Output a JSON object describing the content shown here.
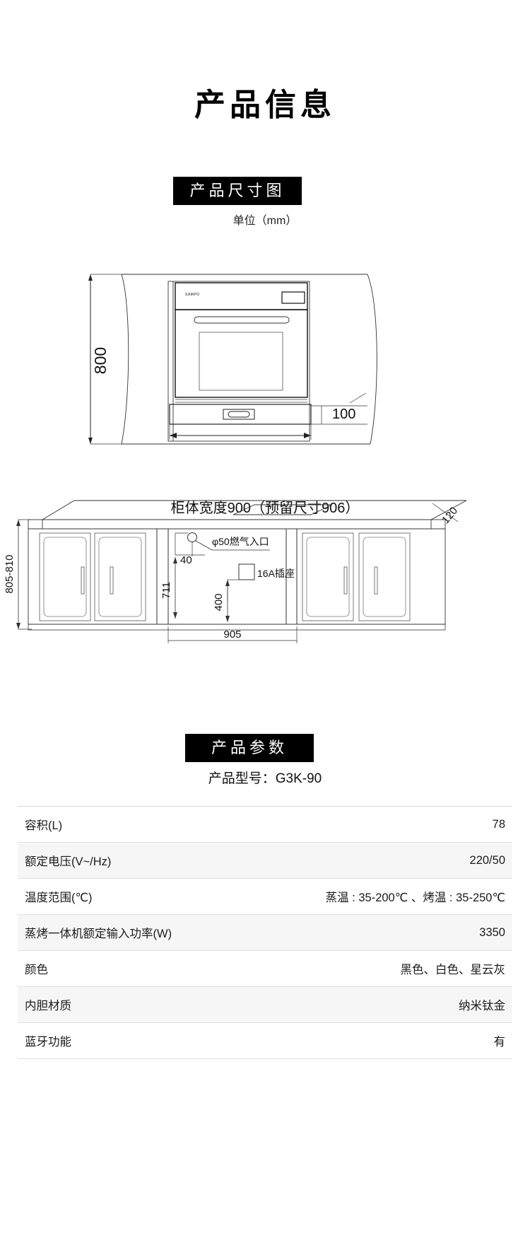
{
  "page": {
    "title": "产品信息"
  },
  "sections": {
    "dimensions": {
      "badge": "产品尺寸图",
      "unit": "单位（mm）",
      "caption": "柜体宽度900（预留尺寸906）"
    },
    "parameters": {
      "badge": "产品参数",
      "model_line": "产品型号：G3K-90"
    }
  },
  "drawing_elevation": {
    "height_dim": "800",
    "depth_dim": "100",
    "brand_mark": "SAMPO"
  },
  "drawing_cabinet": {
    "height_range": "805-810",
    "counter_depth": "120",
    "gas_inlet": "φ50燃气入口",
    "gas_offset": "40",
    "socket": "16A插座",
    "cabinet_height": "711",
    "socket_height": "400",
    "opening_width": "905"
  },
  "specs": {
    "rows": [
      {
        "key": "容积(L)",
        "value": "78"
      },
      {
        "key": "额定电压(V~/Hz)",
        "value": "220/50"
      },
      {
        "key": "温度范围(℃)",
        "value": "蒸温 : 35-200℃ 、烤温 : 35-250℃"
      },
      {
        "key": "蒸烤一体机额定输入功率(W)",
        "value": "3350"
      },
      {
        "key": "颜色",
        "value": "黑色、白色、星云灰"
      },
      {
        "key": "内胆材质",
        "value": "纳米钛金"
      },
      {
        "key": "蓝牙功能",
        "value": "有"
      }
    ]
  }
}
